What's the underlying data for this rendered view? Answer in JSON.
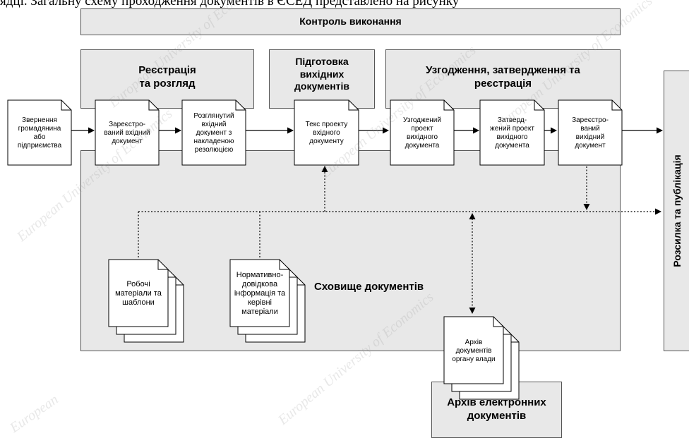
{
  "top_text": "ядці. Загальну схему проходження документів в ЄСЕД представлено на рисунку",
  "panels": {
    "control": "Контроль виконання",
    "registration": "Реєстрація\nта розгляд",
    "preparation": "Підготовка\nвихідних\nдокументів",
    "approval": "Узгодження, затвердження та\nреєстрація",
    "storage": "Сховище документів",
    "distribution": "Розсилка та публікація",
    "archive": "Архів електронних\nдокументів"
  },
  "documents": {
    "citizen_request": "Звернення\nгромадянина\nабо\nпідприємства",
    "registered_incoming": "Зареєстро-\nваний вхідний\nдокумент",
    "reviewed_incoming": "Розглянутий\nвхідний\nдокумент з\nнакладеною\nрезолюцією",
    "draft_text": "Текс проекту\nвхідного\nдокументу",
    "agreed_draft": "Узгоджений\nпроект\nвихідного\nдокумента",
    "approved_draft": "Затверд-\nжений проект\nвихідного\nдокумента",
    "registered_outgoing": "Зареєстро-\nваний\nвихідний\nдокумент"
  },
  "stacks": {
    "work_materials": "Робочі\nматеріали та\nшаблони",
    "normative_info": "Нормативно-\nдовідкова\nінформація та\nкерівні\nматеріали",
    "authority_archive": "Архів\nдокументів\nоргану влади"
  },
  "watermarks": [
    "European University of Economics",
    "European",
    "European University of Economics",
    "European University of Economics",
    "European University of Economics",
    "European University of Economics"
  ],
  "colors": {
    "panel_fill": "#e8e8e8",
    "border": "#555555",
    "line": "#000000"
  }
}
